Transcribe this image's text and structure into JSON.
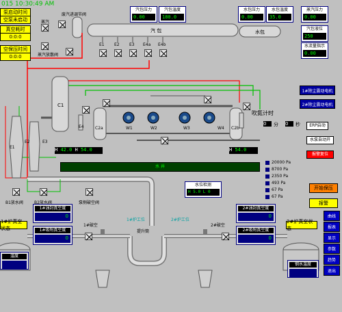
{
  "header": {
    "datetime": "015 10:30:49 AM",
    "labels": [
      "泵启动时间",
      "空泵未启动",
      "真空耗时",
      "0:0:0",
      "空保压时间",
      "0:0:0"
    ]
  },
  "top_panels": [
    {
      "title": "汽包压力",
      "value": "0.00"
    },
    {
      "title": "汽包温度",
      "value": "180.0"
    },
    {
      "title": "水包压力",
      "value": "0.00"
    },
    {
      "title": "水包温度",
      "value": "35.0"
    },
    {
      "title": "蒸汽压力",
      "value": "0.00"
    }
  ],
  "right_panels": [
    {
      "title": "汽包液位",
      "value": "250"
    },
    {
      "title": "水流量指示",
      "value": "0.00"
    }
  ],
  "drum_labels": {
    "steam": "汽      包",
    "water": "水包"
  },
  "valve_labels": {
    "steam_valve": "蒸汽",
    "exhaust": "蒸汽放散阀",
    "gas_inlet": "废汽进调节阀"
  },
  "e_labels": [
    "E1",
    "E2",
    "E3",
    "E4a",
    "E4b"
  ],
  "equipment": {
    "c1": "C1",
    "c2a": "C2a",
    "c2b": "C2b",
    "pumps": [
      "W1",
      "W2",
      "W3",
      "W4"
    ],
    "e1": "E1",
    "e2": "E2",
    "e3": "E3",
    "e4": "E4"
  },
  "blow_timer": {
    "label": "吹氮计时",
    "min": "分",
    "sec": "秒",
    "min_val": "0",
    "sec_val": "0"
  },
  "level_left": {
    "h": "H",
    "hv": "42.0",
    "l": "H",
    "lv": "54.0"
  },
  "level_right": {
    "h": "H",
    "hv": "54.0"
  },
  "channel_label": "水      井",
  "water_level_panel": {
    "title": "水位检测",
    "h": "H",
    "hv": "5.0",
    "l": "L",
    "lv": "0"
  },
  "pressures": [
    "20000 Pa",
    "8700 Pa",
    "2350 Pa",
    "493 Pa",
    "67 Pa",
    "67 Pa"
  ],
  "buttons": {
    "main1": "1#除尘震动电机",
    "main2": "2#除尘震动电机",
    "erp": "ERP启动",
    "water_auto": "水泵自动开",
    "alarm_reset": "报警复位",
    "start_hold": "开始保压",
    "alarm": "报警",
    "side": [
      "曲线",
      "报表",
      "显示",
      "参数",
      "趋势",
      "退出"
    ]
  },
  "bottom": {
    "v1": "B1放水阀",
    "v2": "B2放水阀",
    "v3": "泵侧破空阀",
    "station1": "1#炉工位",
    "station2": "2#炉工位",
    "vent1": "1#破空",
    "vent2": "2#破空",
    "transfer": "提升筒",
    "st1_vac": "1#炉真空状态",
    "st2_vac": "2#炉真空状态",
    "p1a_title": "1#油封真空度",
    "p1b_title": "1#吸附真空度",
    "p2a_title": "2#油封真空度",
    "p2b_title": "2#吸附真空度",
    "p1a_val": "0",
    "p1b_val": "0",
    "p2a_val": "0",
    "p2b_val": "0",
    "temp_left": "温度",
    "temp_right": "钢水温度"
  }
}
